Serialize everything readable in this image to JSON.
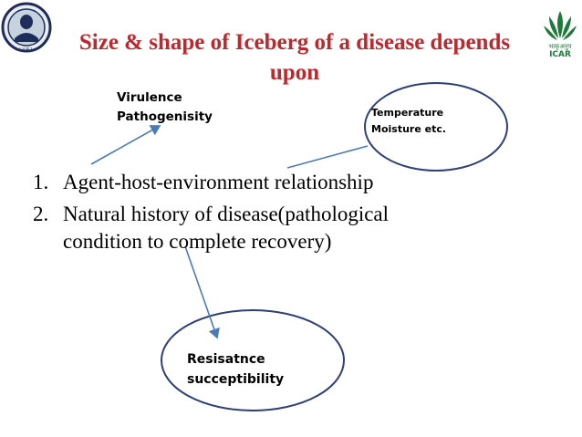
{
  "title": {
    "line1": "Size & shape of Iceberg of a disease depends",
    "line2": "upon"
  },
  "labels": {
    "virulence": [
      "Virulence",
      "Pathogenisity"
    ],
    "temperature": [
      "Temperature",
      "Moisture etc."
    ],
    "resistance": [
      "Resisatnce",
      "succeptibility"
    ]
  },
  "list": {
    "items": [
      {
        "number": "1.",
        "lines": [
          "Agent-host-environment relationship"
        ]
      },
      {
        "number": "2.",
        "lines": [
          "Natural history of disease(pathological",
          "condition to complete recovery)"
        ]
      }
    ]
  },
  "logos": {
    "left": {
      "text": "I.V.R.I."
    },
    "right": {
      "text": "ICAR",
      "script_text": "भाकृअनुप"
    }
  },
  "colors": {
    "title": "#c0272d",
    "arrow": "#4a7bb8",
    "ellipse_stroke": "#2e3f7a",
    "icar_green": "#1f7a3a"
  }
}
